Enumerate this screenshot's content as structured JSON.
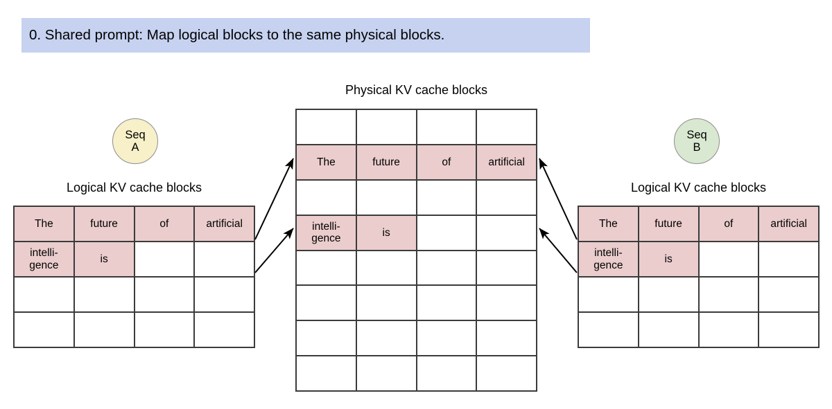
{
  "header": {
    "text": "0. Shared prompt: Map logical blocks to the same physical blocks.",
    "band_color": "#c6d2f0"
  },
  "colors": {
    "filled_block": "#ebcdcd",
    "empty_block": "#ffffff",
    "grid_line": "#3b3b3b",
    "seq_a_fill": "#f7f0c8",
    "seq_b_fill": "#d9e8d0",
    "arrow": "#000000"
  },
  "sequences": [
    {
      "id": "A",
      "line1": "Seq",
      "line2": "A",
      "fill": "#f7f0c8"
    },
    {
      "id": "B",
      "line1": "Seq",
      "line2": "B",
      "fill": "#d9e8d0"
    }
  ],
  "captions": {
    "physical": "Physical KV cache blocks",
    "logical_a": "Logical KV cache blocks",
    "logical_b": "Logical KV cache blocks"
  },
  "logical_a": {
    "rows": 4,
    "cols": 4,
    "cells": [
      [
        {
          "text": "The",
          "filled": true
        },
        {
          "text": "future",
          "filled": true
        },
        {
          "text": "of",
          "filled": true
        },
        {
          "text": "artificial",
          "filled": true
        }
      ],
      [
        {
          "text": "intelli-\ngence",
          "filled": true
        },
        {
          "text": "is",
          "filled": true
        },
        {
          "text": "",
          "filled": false
        },
        {
          "text": "",
          "filled": false
        }
      ],
      [
        {
          "text": "",
          "filled": false
        },
        {
          "text": "",
          "filled": false
        },
        {
          "text": "",
          "filled": false
        },
        {
          "text": "",
          "filled": false
        }
      ],
      [
        {
          "text": "",
          "filled": false
        },
        {
          "text": "",
          "filled": false
        },
        {
          "text": "",
          "filled": false
        },
        {
          "text": "",
          "filled": false
        }
      ]
    ]
  },
  "logical_b": {
    "rows": 4,
    "cols": 4,
    "cells": [
      [
        {
          "text": "The",
          "filled": true
        },
        {
          "text": "future",
          "filled": true
        },
        {
          "text": "of",
          "filled": true
        },
        {
          "text": "artificial",
          "filled": true
        }
      ],
      [
        {
          "text": "intelli-\ngence",
          "filled": true
        },
        {
          "text": "is",
          "filled": true
        },
        {
          "text": "",
          "filled": false
        },
        {
          "text": "",
          "filled": false
        }
      ],
      [
        {
          "text": "",
          "filled": false
        },
        {
          "text": "",
          "filled": false
        },
        {
          "text": "",
          "filled": false
        },
        {
          "text": "",
          "filled": false
        }
      ],
      [
        {
          "text": "",
          "filled": false
        },
        {
          "text": "",
          "filled": false
        },
        {
          "text": "",
          "filled": false
        },
        {
          "text": "",
          "filled": false
        }
      ]
    ]
  },
  "physical": {
    "rows": 8,
    "cols": 4,
    "cells": [
      [
        {
          "text": "",
          "filled": false
        },
        {
          "text": "",
          "filled": false
        },
        {
          "text": "",
          "filled": false
        },
        {
          "text": "",
          "filled": false
        }
      ],
      [
        {
          "text": "The",
          "filled": true
        },
        {
          "text": "future",
          "filled": true
        },
        {
          "text": "of",
          "filled": true
        },
        {
          "text": "artificial",
          "filled": true
        }
      ],
      [
        {
          "text": "",
          "filled": false
        },
        {
          "text": "",
          "filled": false
        },
        {
          "text": "",
          "filled": false
        },
        {
          "text": "",
          "filled": false
        }
      ],
      [
        {
          "text": "intelli-\ngence",
          "filled": true
        },
        {
          "text": "is",
          "filled": true
        },
        {
          "text": "",
          "filled": false
        },
        {
          "text": "",
          "filled": false
        }
      ],
      [
        {
          "text": "",
          "filled": false
        },
        {
          "text": "",
          "filled": false
        },
        {
          "text": "",
          "filled": false
        },
        {
          "text": "",
          "filled": false
        }
      ],
      [
        {
          "text": "",
          "filled": false
        },
        {
          "text": "",
          "filled": false
        },
        {
          "text": "",
          "filled": false
        },
        {
          "text": "",
          "filled": false
        }
      ],
      [
        {
          "text": "",
          "filled": false
        },
        {
          "text": "",
          "filled": false
        },
        {
          "text": "",
          "filled": false
        },
        {
          "text": "",
          "filled": false
        }
      ],
      [
        {
          "text": "",
          "filled": false
        },
        {
          "text": "",
          "filled": false
        },
        {
          "text": "",
          "filled": false
        },
        {
          "text": "",
          "filled": false
        }
      ]
    ]
  },
  "mappings": [
    {
      "from": "logical-a-block-0",
      "to": "physical-block-1"
    },
    {
      "from": "logical-a-block-1",
      "to": "physical-block-3"
    },
    {
      "from": "logical-b-block-0",
      "to": "physical-block-1"
    },
    {
      "from": "logical-b-block-1",
      "to": "physical-block-3"
    }
  ]
}
